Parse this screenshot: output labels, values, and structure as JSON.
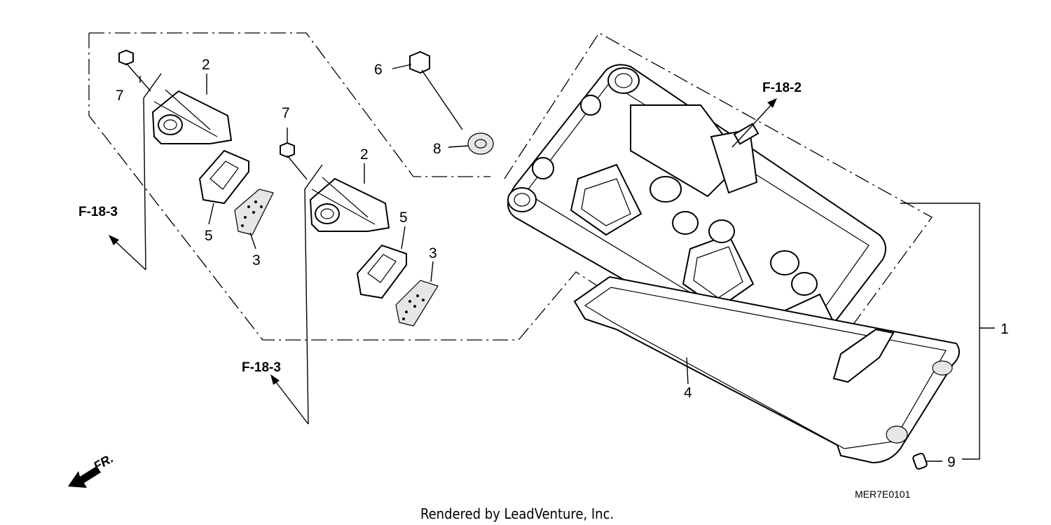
{
  "callouts": {
    "c1": "1",
    "c2a": "2",
    "c2b": "2",
    "c3a": "3",
    "c3b": "3",
    "c4": "4",
    "c5a": "5",
    "c5b": "5",
    "c6": "6",
    "c7a": "7",
    "c7b": "7",
    "c8": "8",
    "c9": "9"
  },
  "references": {
    "r1": "F-18-2",
    "r2": "F-18-3",
    "r3": "F-18-3"
  },
  "direction_label": "FR.",
  "diagram_code": "MER7E0101",
  "credit": "Rendered by LeadVenture, Inc."
}
